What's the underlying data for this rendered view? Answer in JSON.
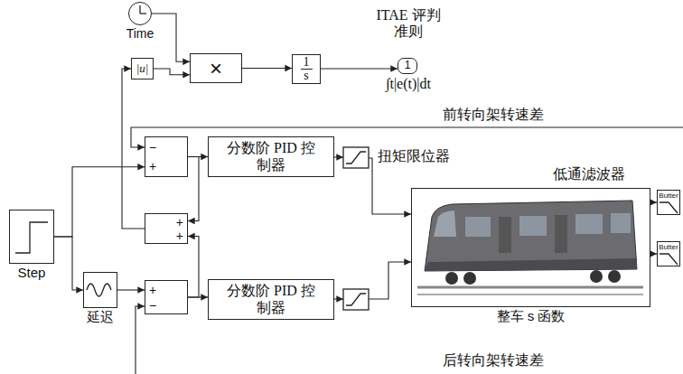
{
  "diagram": {
    "nodes": [
      {
        "text": [
          "Time"
        ]
      },
      {
        "text": [
          "|u|"
        ]
      },
      {
        "text": [
          "×"
        ]
      },
      {
        "text": [
          "1",
          "s"
        ]
      },
      {
        "text": [
          "1"
        ]
      },
      {
        "text": [
          "Step"
        ]
      },
      {
        "text": [
          "−",
          "+"
        ]
      },
      {
        "text": [
          "分数阶 PID 控制器"
        ]
      },
      {
        "text": [
          "+",
          "+"
        ]
      },
      {
        "text": [
          "整车 s 函数"
        ]
      },
      {
        "text": [
          "Butter"
        ]
      },
      {
        "text": [
          "Butter"
        ]
      },
      {
        "text": [
          "延迟"
        ]
      },
      {
        "text": [
          "+",
          "−"
        ]
      },
      {
        "text": [
          "分数阶 PID 控制器"
        ]
      }
    ],
    "edges": [
      {
        "from": 0,
        "to": 2,
        "arrow": "to"
      },
      {
        "from": 1,
        "to": 2,
        "arrow": "to"
      },
      {
        "from": 2,
        "to": 3,
        "arrow": "to"
      },
      {
        "from": 3,
        "to": 4,
        "arrow": "to"
      },
      {
        "from": 5,
        "to": 6,
        "arrow": "to"
      },
      {
        "from": 5,
        "to": 12,
        "arrow": "to"
      },
      {
        "from": 6,
        "to": 7,
        "arrow": "to"
      },
      {
        "from": 6,
        "to": 8,
        "arrow": "to"
      },
      {
        "from": 8,
        "to": 1,
        "arrow": "to"
      },
      {
        "from": 9,
        "to": 10,
        "arrow": "to"
      },
      {
        "from": 9,
        "to": 11,
        "arrow": "to"
      },
      {
        "from": 12,
        "to": 13,
        "arrow": "to"
      },
      {
        "from": 13,
        "to": 8,
        "arrow": "to"
      },
      {
        "from": 13,
        "to": 14,
        "arrow": "to"
      }
    ],
    "labels": [
      "ITAE 评判准则",
      "∫t|e(t)|dt",
      "前转向架转速差",
      "扭矩限位器",
      "低通滤波器",
      "后转向架转速差"
    ]
  }
}
